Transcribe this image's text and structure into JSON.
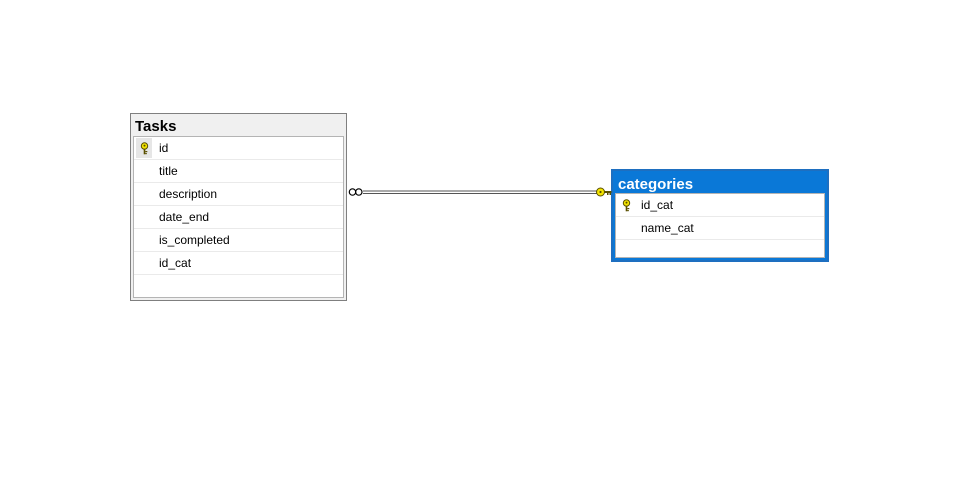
{
  "tables": {
    "tasks": {
      "name": "Tasks",
      "columns": [
        {
          "name": "id",
          "primary_key": true
        },
        {
          "name": "title",
          "primary_key": false
        },
        {
          "name": "description",
          "primary_key": false
        },
        {
          "name": "date_end",
          "primary_key": false
        },
        {
          "name": "is_completed",
          "primary_key": false
        },
        {
          "name": "id_cat",
          "primary_key": false
        }
      ]
    },
    "categories": {
      "name": "categories",
      "columns": [
        {
          "name": "id_cat",
          "primary_key": true
        },
        {
          "name": "name_cat",
          "primary_key": false
        }
      ],
      "selected": true
    }
  },
  "relationship": {
    "from": "Tasks",
    "to": "categories",
    "many_end_icon": "infinity-icon",
    "one_end_icon": "key-icon"
  },
  "colors": {
    "selected_header": "#0a78d7",
    "key_icon": "#f4e400"
  }
}
